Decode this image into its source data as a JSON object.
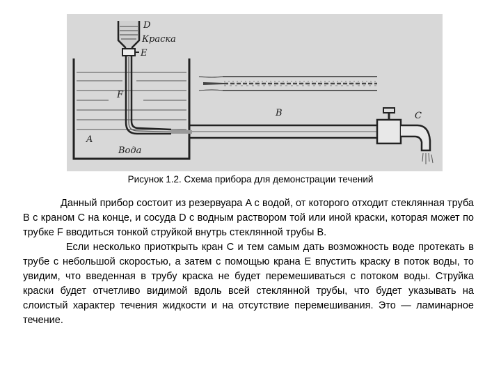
{
  "figure": {
    "labels": {
      "D": "D",
      "paint": "Краска",
      "E": "E",
      "F": "F",
      "A": "A",
      "water": "Вода",
      "B": "B",
      "C": "C"
    }
  },
  "caption": "Рисунок 1.2. Схема прибора для демонстрации течений",
  "paragraphs": [
    "Данный прибор состоит из резервуара A с водой, от которого отходит стеклянная труба B с краном C на конце, и сосуда D с водным раствором той или иной краски, которая может по трубке F вводиться тонкой струйкой внутрь стеклянной трубы B.",
    "Если несколько приоткрыть кран C и тем самым дать возможность воде протекать в трубе с небольшой скоростью, а затем с помощью крана E впустить краску в поток воды, то увидим, что введенная в трубу краска не будет перемешиваться с потоком воды. Струйка краски будет отчетливо видимой вдоль всей стеклянной трубы, что будет указывать на слоистый характер течения жидкости и на отсутствие перемешивания. Это — ламинарное течение."
  ]
}
